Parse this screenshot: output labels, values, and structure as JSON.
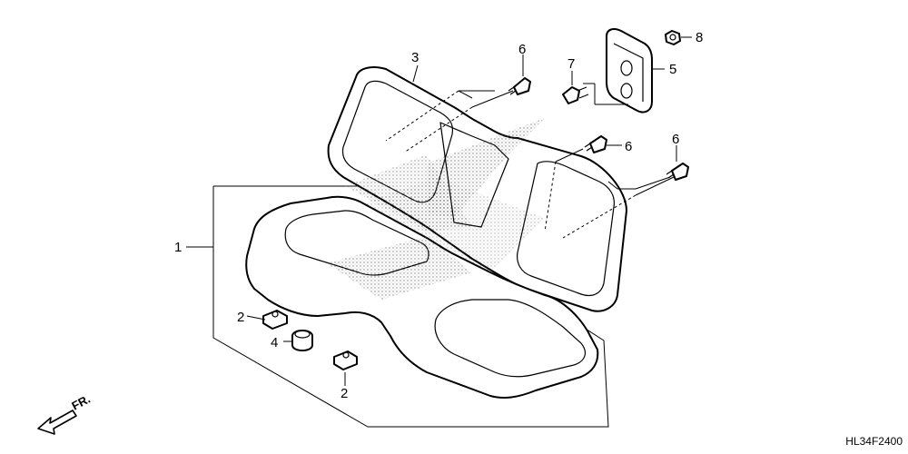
{
  "callouts": {
    "c1": "1",
    "c2a": "2",
    "c2b": "2",
    "c3": "3",
    "c4": "4",
    "c5": "5",
    "c6a": "6",
    "c6b": "6",
    "c6c": "6",
    "c7": "7",
    "c8": "8"
  },
  "direction_label": "FR.",
  "diagram_code": "HL34F2400"
}
